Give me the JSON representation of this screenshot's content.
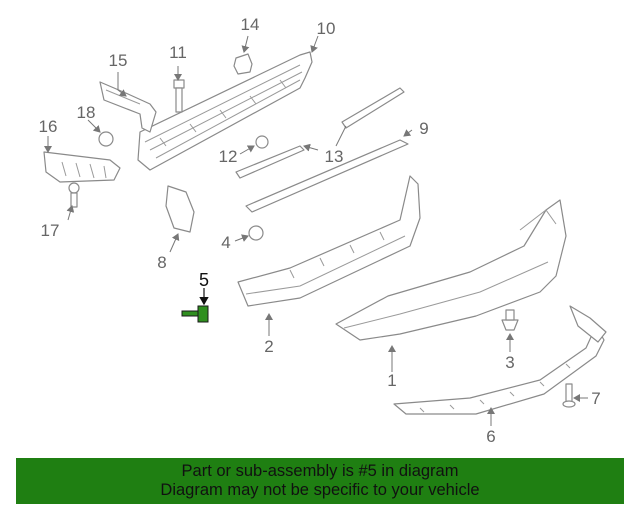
{
  "callouts": {
    "c1": "1",
    "c2": "2",
    "c3": "3",
    "c4": "4",
    "c5": "5",
    "c6": "6",
    "c7": "7",
    "c8": "8",
    "c9": "9",
    "c10": "10",
    "c11": "11",
    "c12": "12",
    "c13": "13",
    "c14": "14",
    "c15": "15",
    "c16": "16",
    "c17": "17",
    "c18": "18"
  },
  "highlighted_part": "5",
  "colors": {
    "banner": "#1f7f12",
    "highlight_part": "#2f8f1f",
    "line": "#8a8a8a"
  },
  "banner": {
    "line1": "Part or sub-assembly is #5 in diagram",
    "line2": "Diagram may not be specific to your vehicle"
  }
}
